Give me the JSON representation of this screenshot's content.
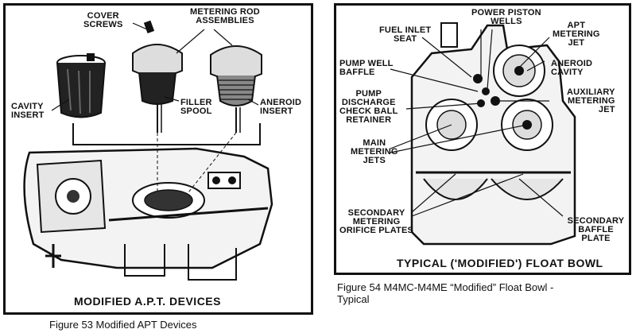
{
  "figure53": {
    "heading": "MODIFIED A.P.T. DEVICES",
    "caption": "Figure 53  Modified APT Devices",
    "labels": {
      "cover_screws": "COVER\nSCREWS",
      "metering_rod": "METERING ROD\nASSEMBLIES",
      "cavity_insert": "CAVITY\nINSERT",
      "filler_spool": "FILLER\nSPOOL",
      "aneroid_insert": "ANEROID\nINSERT"
    }
  },
  "figure54": {
    "heading": "TYPICAL ('MODIFIED') FLOAT BOWL",
    "caption": "Figure 54  M4MC-M4ME “Modified” Float Bowl -\nTypical",
    "labels": {
      "power_piston": "POWER PISTON\nWELLS",
      "fuel_inlet": "FUEL INLET\nSEAT",
      "apt_jet": "APT\nMETERING\nJET",
      "pump_well": "PUMP WELL\nBAFFLE",
      "aneroid_cavity": "ANEROID\nCAVITY",
      "pump_discharge": "PUMP\nDISCHARGE\nCHECK BALL\nRETAINER",
      "aux_jet": "AUXILIARY\nMETERING\nJET",
      "main_jets": "MAIN\nMETERING\nJETS",
      "secondary_orifice": "SECONDARY\nMETERING\nORIFICE PLATES",
      "secondary_baffle": "SECONDARY\nBAFFLE PLATE"
    }
  }
}
